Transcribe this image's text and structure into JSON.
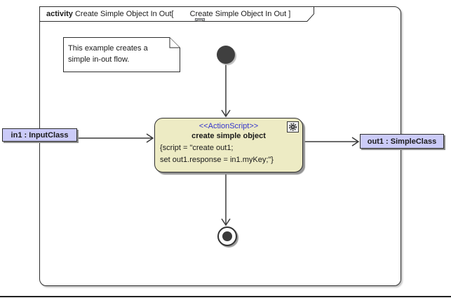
{
  "frame": {
    "title_keyword": "activity ",
    "title_name": "Create Simple Object In Out[ ",
    "title_suffix": "Create Simple Object In Out ]",
    "title_icon": "activity-diagram-icon"
  },
  "note": {
    "line1": "This example creates a",
    "line2": "simple in-out flow."
  },
  "action": {
    "stereotype": "<<ActionScript>>",
    "name": "create simple object",
    "script_line1": "{script = \"create out1;",
    "script_line2": "set out1.response = in1.myKey;\"}",
    "corner_icon": "gear-icon"
  },
  "pins": {
    "input_label": "in1 : InputClass",
    "output_label": "out1 : SimpleClass"
  },
  "nodes": {
    "initial": "initial-node",
    "final": "activity-final-node"
  },
  "colors": {
    "action_fill": "#edebc4",
    "pin_fill": "#cbcbf8",
    "stereotype_text": "#3333cc",
    "border": "#2e2e2e",
    "node_fill": "#3f3f3f",
    "shadow": "#8f8f8f",
    "background": "#ffffff"
  }
}
